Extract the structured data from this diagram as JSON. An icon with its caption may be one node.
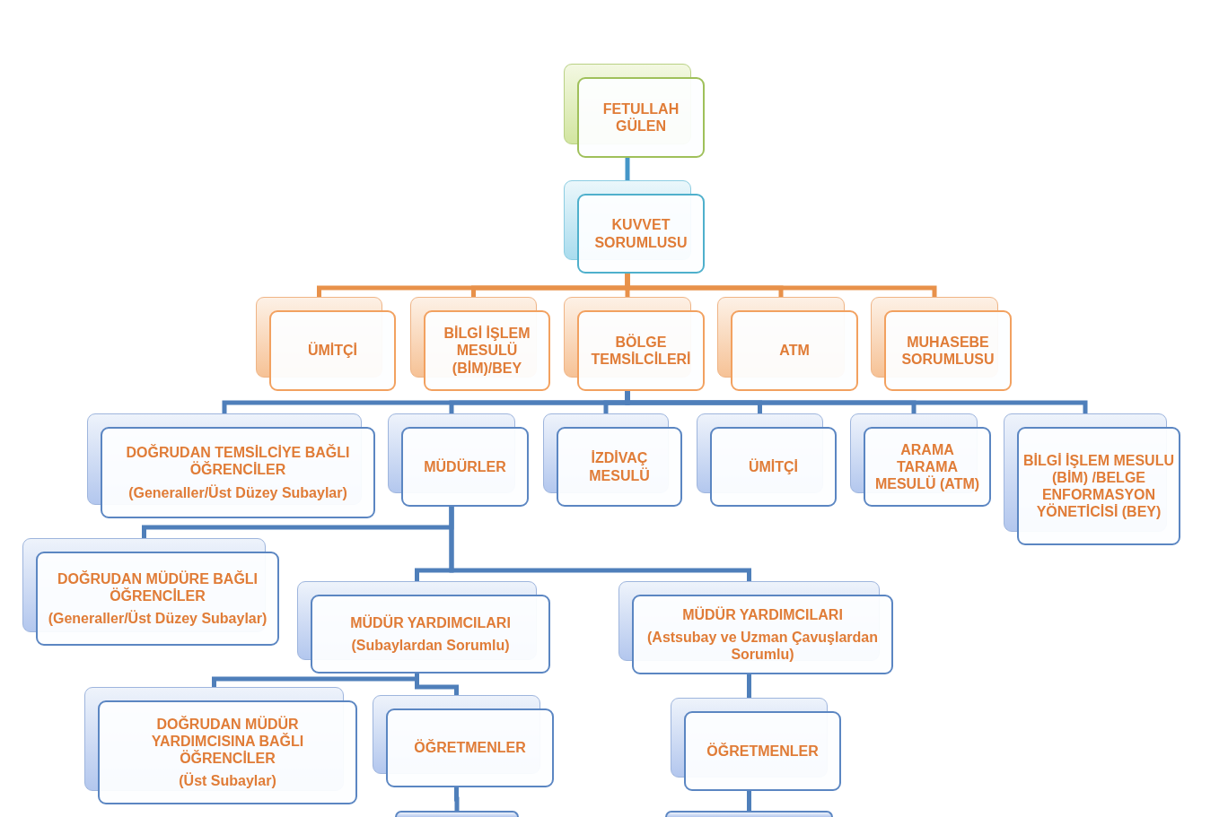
{
  "diagram": {
    "nodes": [
      {
        "text": [
          "FETULLAH GÜLEN"
        ]
      },
      {
        "text": [
          "KUVVET SORUMLUSU"
        ]
      },
      {
        "text": [
          "ÜMİTÇİ"
        ]
      },
      {
        "text": [
          "BİLGİ İŞLEM MESULÜ (BİM)/BEY"
        ]
      },
      {
        "text": [
          "BÖLGE TEMSİLCİLERİ"
        ]
      },
      {
        "text": [
          "ATM"
        ]
      },
      {
        "text": [
          "MUHASEBE SORUMLUSU"
        ]
      },
      {
        "text": [
          "DOĞRUDAN TEMSİLCİYE BAĞLI ÖĞRENCİLER",
          "(Generaller/Üst Düzey Subaylar)"
        ]
      },
      {
        "text": [
          "MÜDÜRLER"
        ]
      },
      {
        "text": [
          "İZDİVAÇ MESULÜ"
        ]
      },
      {
        "text": [
          "ÜMİTÇİ"
        ]
      },
      {
        "text": [
          "ARAMA TARAMA MESULÜ (ATM)"
        ]
      },
      {
        "text": [
          "BİLGİ İŞLEM MESULU (BİM) /BELGE ENFORMASYON YÖNETİCİSİ (BEY)"
        ]
      },
      {
        "text": [
          "DOĞRUDAN MÜDÜRE BAĞLI ÖĞRENCİLER",
          "(Generaller/Üst Düzey Subaylar)"
        ]
      },
      {
        "text": [
          "MÜDÜR YARDIMCILARI",
          "(Subaylardan Sorumlu)"
        ]
      },
      {
        "text": [
          "MÜDÜR YARDIMCILARI",
          "(Astsubay ve Uzman Çavuşlardan Sorumlu)"
        ]
      },
      {
        "text": [
          "DOĞRUDAN MÜDÜR YARDIMCISINA BAĞLI ÖĞRENCİLER",
          "(Üst Subaylar)"
        ]
      },
      {
        "text": [
          "ÖĞRETMENLER"
        ]
      },
      {
        "text": [
          "ÖĞRETMENLER"
        ]
      },
      {
        "text": [],
        "shape": "box"
      },
      {
        "text": [],
        "shape": "box"
      }
    ],
    "edges": [
      {
        "from": 0,
        "to": 1,
        "arrow": "none",
        "color": "#4596c8"
      },
      {
        "from": 1,
        "to": 2,
        "arrow": "none",
        "color": "#e8914a"
      },
      {
        "from": 1,
        "to": 3,
        "arrow": "none",
        "color": "#e8914a"
      },
      {
        "from": 1,
        "to": 4,
        "arrow": "none",
        "color": "#e8914a"
      },
      {
        "from": 1,
        "to": 5,
        "arrow": "none",
        "color": "#e8914a"
      },
      {
        "from": 1,
        "to": 6,
        "arrow": "none",
        "color": "#e8914a"
      },
      {
        "from": 4,
        "to": 7,
        "arrow": "none"
      },
      {
        "from": 4,
        "to": 8,
        "arrow": "none"
      },
      {
        "from": 4,
        "to": 9,
        "arrow": "none"
      },
      {
        "from": 4,
        "to": 10,
        "arrow": "none"
      },
      {
        "from": 4,
        "to": 11,
        "arrow": "none"
      },
      {
        "from": 4,
        "to": 12,
        "arrow": "none"
      },
      {
        "from": 8,
        "to": 13,
        "arrow": "none"
      },
      {
        "from": 8,
        "to": 14,
        "arrow": "none"
      },
      {
        "from": 8,
        "to": 15,
        "arrow": "none"
      },
      {
        "from": 14,
        "to": 16,
        "arrow": "none"
      },
      {
        "from": 14,
        "to": 17,
        "arrow": "none"
      },
      {
        "from": 15,
        "to": 18,
        "arrow": "none"
      },
      {
        "from": 17,
        "to": 19,
        "arrow": "none"
      },
      {
        "from": 18,
        "to": 20,
        "arrow": "none"
      }
    ]
  }
}
